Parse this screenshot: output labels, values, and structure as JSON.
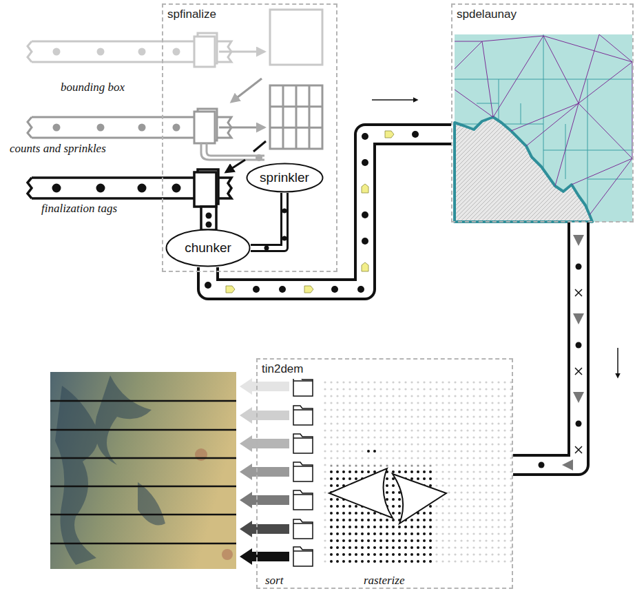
{
  "diagram": {
    "nodes": [
      {
        "text": [
          "spfinalize"
        ]
      },
      {
        "text": [
          "sprinkler"
        ],
        "in": 0
      },
      {
        "text": [
          "chunker"
        ],
        "in": 0
      },
      {
        "text": [
          "spdelaunay"
        ]
      },
      {
        "text": [
          "tin2dem"
        ]
      }
    ],
    "edges": [
      {
        "from": 1,
        "to": 2,
        "arrow": "none"
      },
      {
        "from": 2,
        "to": 3,
        "arrow": "none"
      },
      {
        "from": 3,
        "to": 4,
        "arrow": "none"
      }
    ],
    "labels": [
      "bounding box",
      "counts and sprinkles",
      "finalization tags",
      "sort",
      "rasterize"
    ]
  }
}
